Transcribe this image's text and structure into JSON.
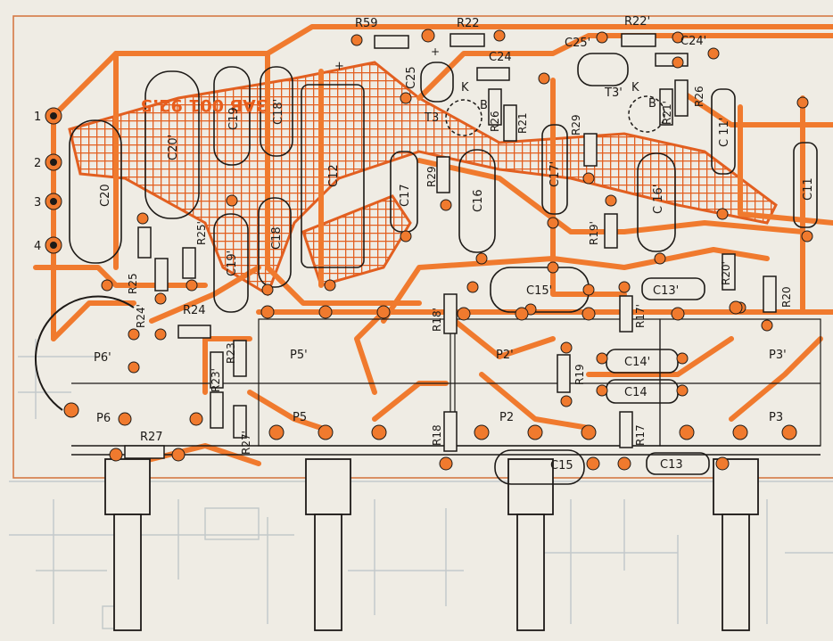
{
  "board_code": "3AB 001 92.5",
  "colors": {
    "copper": "#f07a2e",
    "copper_dark": "#e06020",
    "ink": "#1d1a17",
    "paper": "#efece4",
    "outline": "#b9c1c4"
  },
  "pins": [
    "1",
    "2",
    "3",
    "4"
  ],
  "symbols": {
    "plus": "+"
  },
  "components": {
    "R59": "R59",
    "R22": "R22",
    "R22p": "R22'",
    "C24": "C24",
    "C24p": "C24'",
    "C25": "C25",
    "C25p": "C25'",
    "T3": "T3",
    "T3p": "T3'",
    "K": "K",
    "Kp": "K",
    "B": "B",
    "Bp": "B",
    "R26": "R26",
    "R26p": "R26",
    "R21": "R21",
    "R21p": "R21'",
    "R29": "R29",
    "R29p": "R29",
    "C20": "C20",
    "C20p": "C20'",
    "C19": "C19",
    "C19p": "C19'",
    "C18": "C18",
    "C18p": "C18'",
    "C12": "C12",
    "C17": "C17",
    "C17p": "C17'",
    "C16": "C16",
    "C16p": "C 16'",
    "C11": "C11",
    "C11p": "C 11'",
    "R19p": "R19'",
    "R25": "R25",
    "R25p": "R25'",
    "R24": "R24",
    "R24p": "R24'",
    "R23": "R23",
    "R23p": "R23'",
    "R27": "R27",
    "R27p": "R27'",
    "P6": "P6",
    "P6p": "P6'",
    "P5": "P5",
    "P5p": "P5'",
    "P2": "P2",
    "P2p": "P2'",
    "P3": "P3",
    "P3p": "P3'",
    "R18": "R18",
    "R18p": "R18'",
    "C15": "C15",
    "C15p": "C15'",
    "R17": "R17",
    "R17p": "R17'",
    "R19": "R19",
    "C14": "C14",
    "C14p": "C14'",
    "C13": "C13",
    "C13p": "C13'",
    "R20": "R20",
    "R20p": "R20'"
  }
}
